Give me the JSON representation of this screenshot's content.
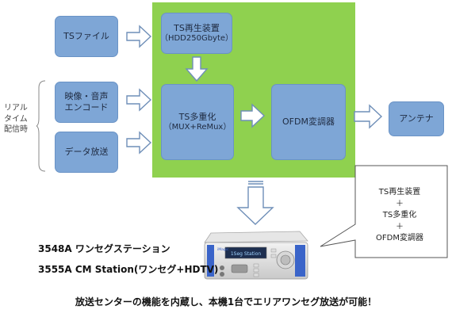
{
  "side_label": [
    "リアル",
    "タイム",
    "配信時"
  ],
  "boxes": {
    "ts_file": "TSファイル",
    "video_audio": [
      "映像・音声",
      "エンコード"
    ],
    "data_broadcast": "データ放送",
    "ts_player": [
      "TS再生装置",
      "（HDD250Gbyte）"
    ],
    "ts_mux": [
      "TS多重化",
      "（MUX+ReMux）"
    ],
    "ofdm": "OFDM変調器",
    "antenna": "アンテナ"
  },
  "callout": [
    "TS再生装置",
    "＋",
    "TS多重化",
    "＋",
    "OFDM変調器"
  ],
  "products": [
    "3548A ワンセグステーション",
    "3555A CM Station(ワンセグ+HDTV)"
  ],
  "device": {
    "brand": "iMagic",
    "screen_text": "1Seg Station"
  },
  "bottom_text": "放送センターの機能を内蔵し、本機1台でエリアワンセグ放送が可能！",
  "colors": {
    "green_panel": "#8fd14f",
    "box_fill": "#7ea6d6",
    "arrow_stroke": "#6f8fb8"
  }
}
